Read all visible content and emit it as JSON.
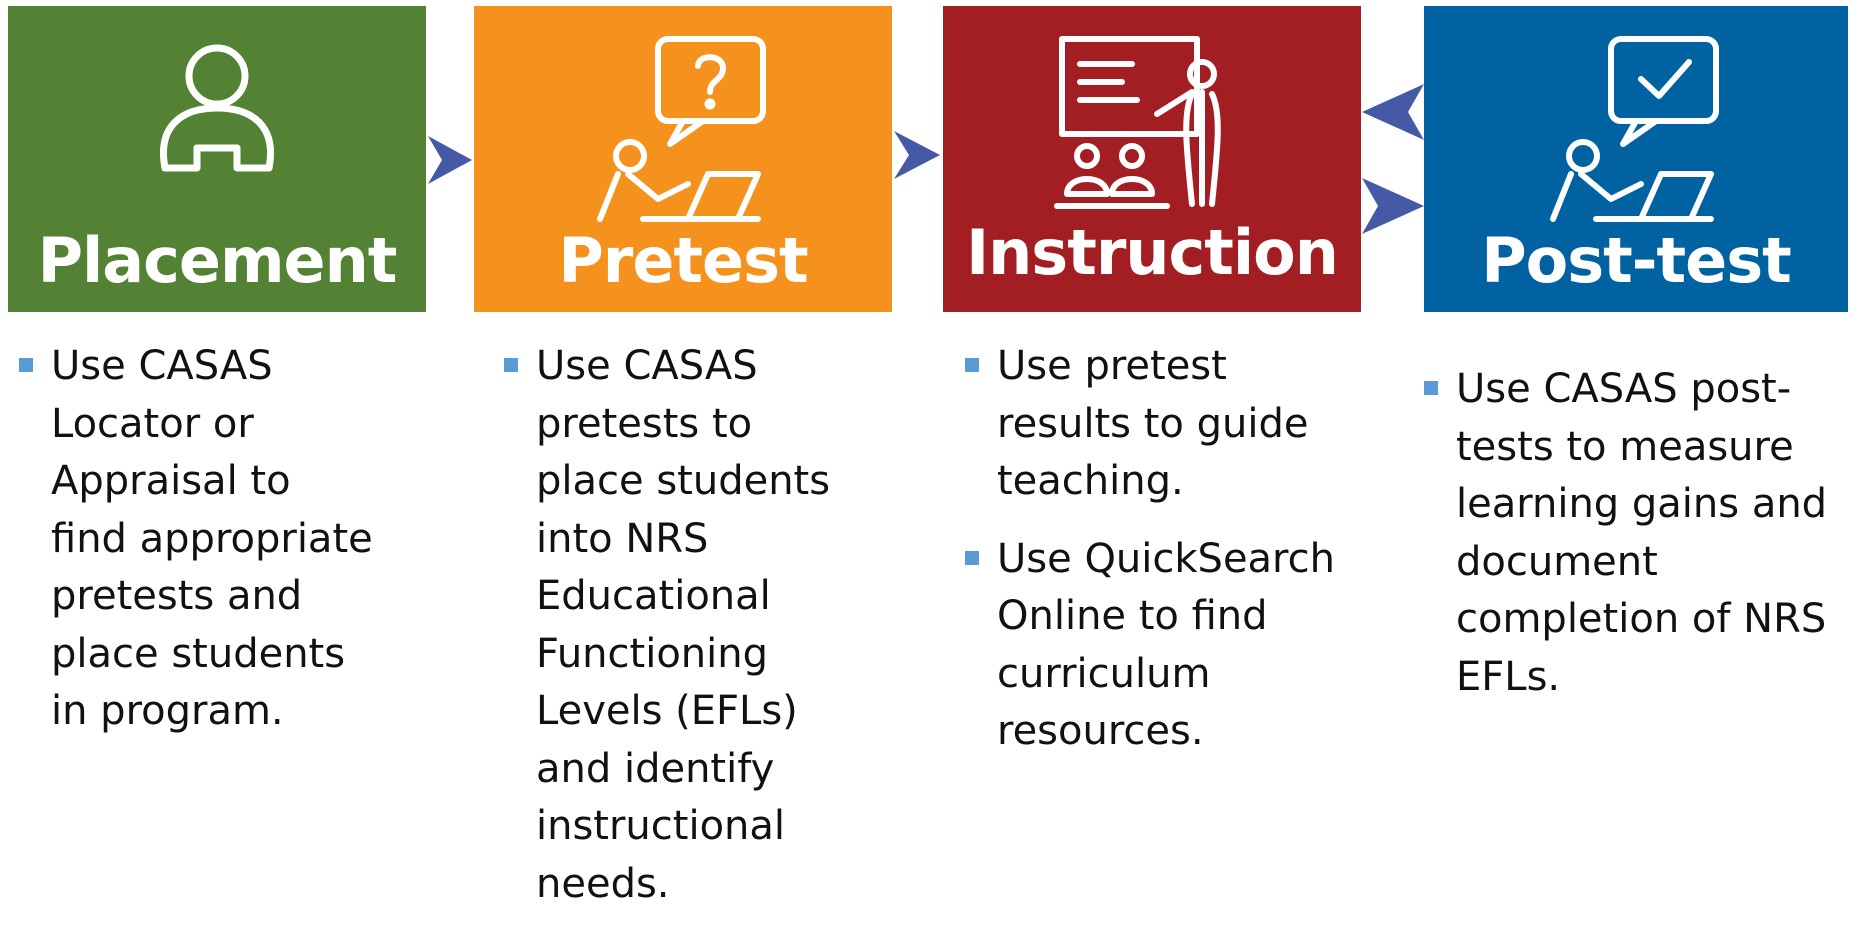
{
  "colors": {
    "placement": "#548235",
    "pretest": "#F5921E",
    "instruction": "#A31E23",
    "posttest": "#0062A0",
    "arrow": "#4659A6",
    "bullet": "#5B9BD5"
  },
  "stages": [
    {
      "key": "placement",
      "title": "Placement",
      "icon": "person-at-desk-icon",
      "bullets": [
        "Use CASAS\nLocator or\nAppraisal to\nfind appropriate\npretests and\nplace students\nin program."
      ]
    },
    {
      "key": "pretest",
      "title": "Pretest",
      "icon": "student-question-icon",
      "bullets": [
        "Use CASAS\npretests to\nplace students\ninto NRS\nEducational\nFunctioning\nLevels (EFLs)\nand identify\ninstructional\nneeds."
      ]
    },
    {
      "key": "instruction",
      "title": "Instruction",
      "icon": "teacher-whiteboard-icon",
      "bullets": [
        "Use pretest\nresults to guide\nteaching.",
        "Use QuickSearch\nOnline to find\ncurriculum\nresources."
      ]
    },
    {
      "key": "posttest",
      "title": "Post-test",
      "icon": "student-checkmark-icon",
      "bullets": [
        "Use CASAS post-\ntests to measure\nlearning gains and\ndocument\ncompletion of NRS\nEFLs."
      ]
    }
  ]
}
